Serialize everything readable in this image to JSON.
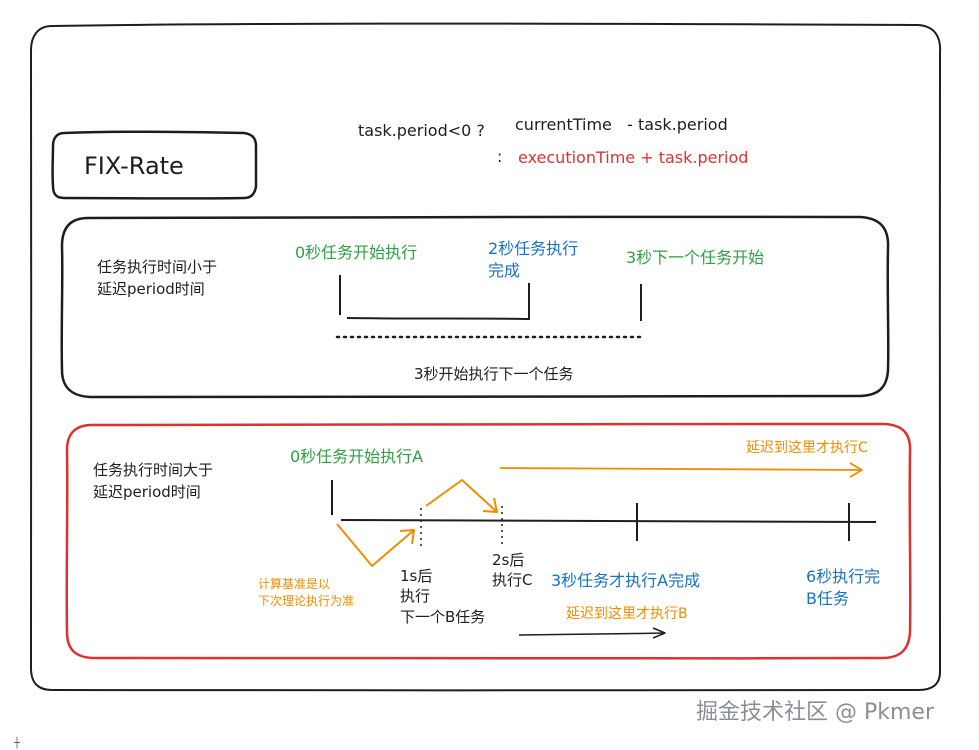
{
  "title": "FIX-Rate",
  "formula": {
    "condition": "task.period<0 ?",
    "true_branch": "currentTime   - task.period",
    "colon": ":",
    "false_branch": "executionTime + task.period",
    "false_branch_color": "#e03131"
  },
  "case1": {
    "label": "任务执行时间小于\n延迟period时间",
    "start": "0秒任务开始执行",
    "done": "2秒任务执行\n完成",
    "next": "3秒下一个任务开始",
    "bottom": "3秒开始执行下一个任务"
  },
  "case2": {
    "label": "任务执行时间大于\n延迟period时间",
    "start": "0秒任务开始执行A",
    "delay_c": "延迟到这里才执行C",
    "base_note": "计算基准是以\n下次理论执行为准",
    "b_after": "1s后\n执行\n下一个B任务",
    "c_after": "2s后\n执行C",
    "a_done": "3秒任务才执行A完成",
    "b_done": "6秒执行完\nB任务",
    "delay_b": "延迟到这里才执行B"
  },
  "colors": {
    "ink": "#1e1e1e",
    "red_frame": "#e03131",
    "green": "#2f9e44",
    "blue": "#1971c2",
    "orange": "#f08c00",
    "watermark": "#8a8f96"
  },
  "watermark": "掘金技术社区 @ Pkmer"
}
